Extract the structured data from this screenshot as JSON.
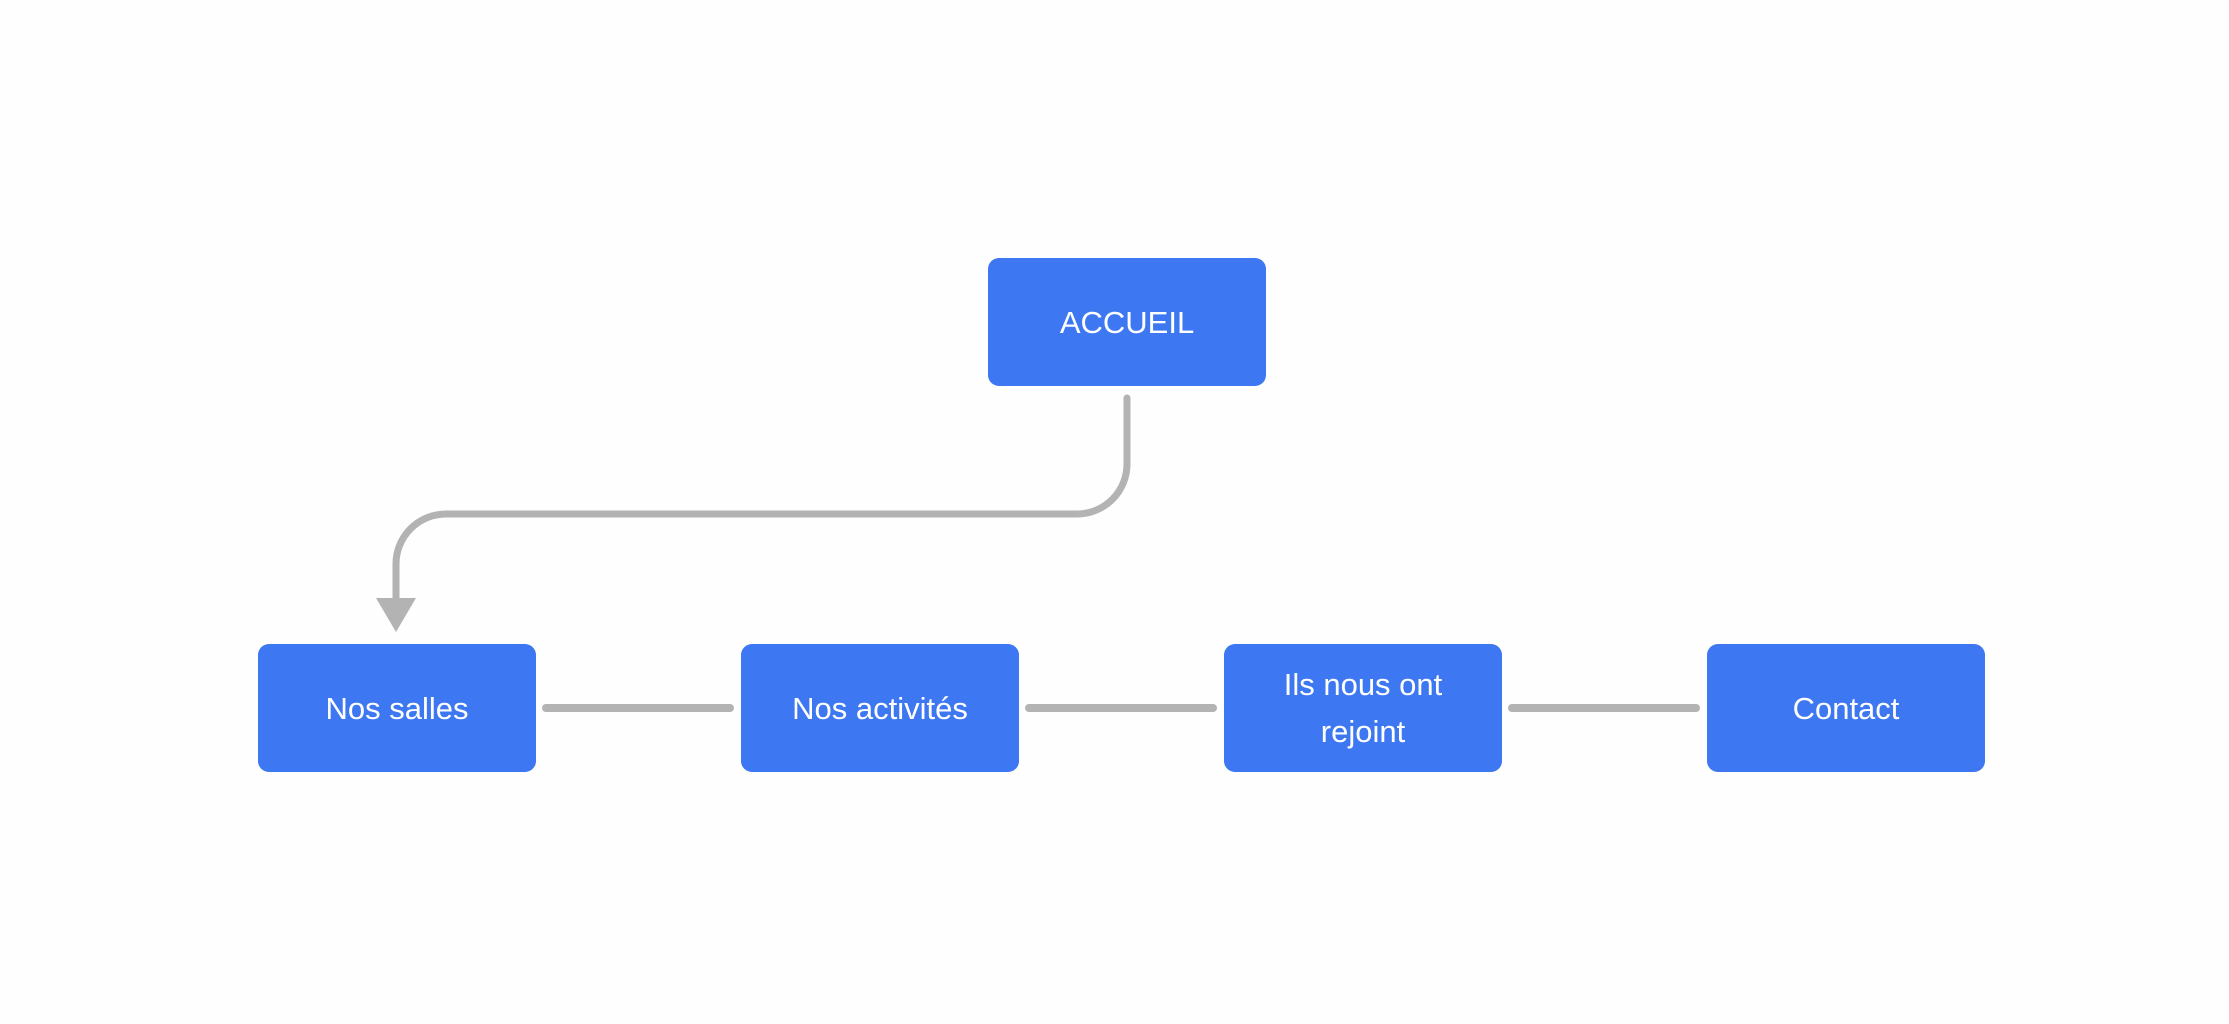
{
  "diagram": {
    "root": {
      "label": "ACCUEIL"
    },
    "pages": [
      {
        "label": "Nos salles"
      },
      {
        "label": "Nos activités"
      },
      {
        "label": "Ils nous ont rejoint"
      },
      {
        "label": "Contact"
      }
    ]
  },
  "colors": {
    "node_fill": "#3d78f2",
    "node_text": "#ffffff",
    "connector": "#b3b3b3",
    "background": "#fefefe"
  }
}
